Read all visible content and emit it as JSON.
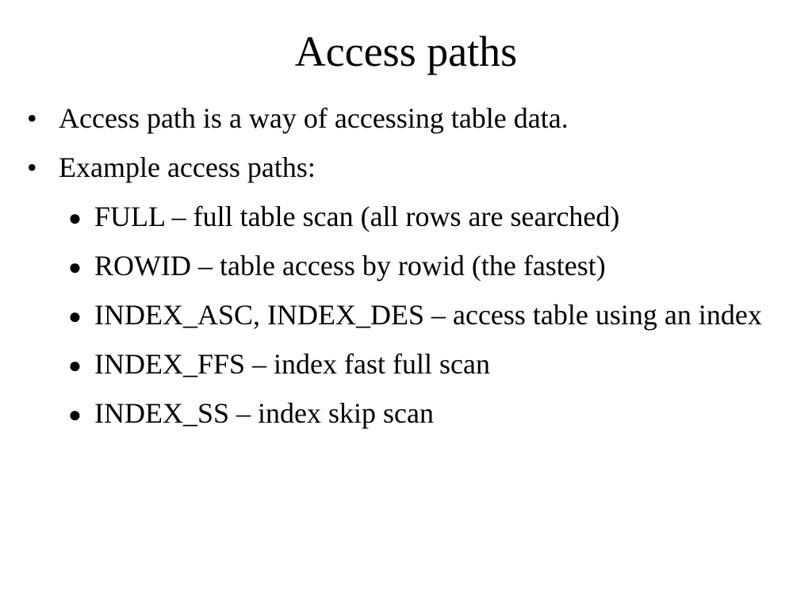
{
  "slide": {
    "title": "Access paths",
    "bullets": [
      {
        "level": 1,
        "text": "Access path is a way of accessing table data."
      },
      {
        "level": 1,
        "text": "Example access paths:"
      },
      {
        "level": 2,
        "text": "FULL – full table scan (all rows are searched)"
      },
      {
        "level": 2,
        "text": "ROWID – table access by rowid (the fastest)"
      },
      {
        "level": 2,
        "text": "INDEX_ASC, INDEX_DES – access table using an index"
      },
      {
        "level": 2,
        "text": "INDEX_FFS – index fast full scan"
      },
      {
        "level": 2,
        "text": "INDEX_SS – index skip scan"
      }
    ],
    "bullet_glyphs": {
      "level1": "•",
      "level2": "●"
    }
  }
}
